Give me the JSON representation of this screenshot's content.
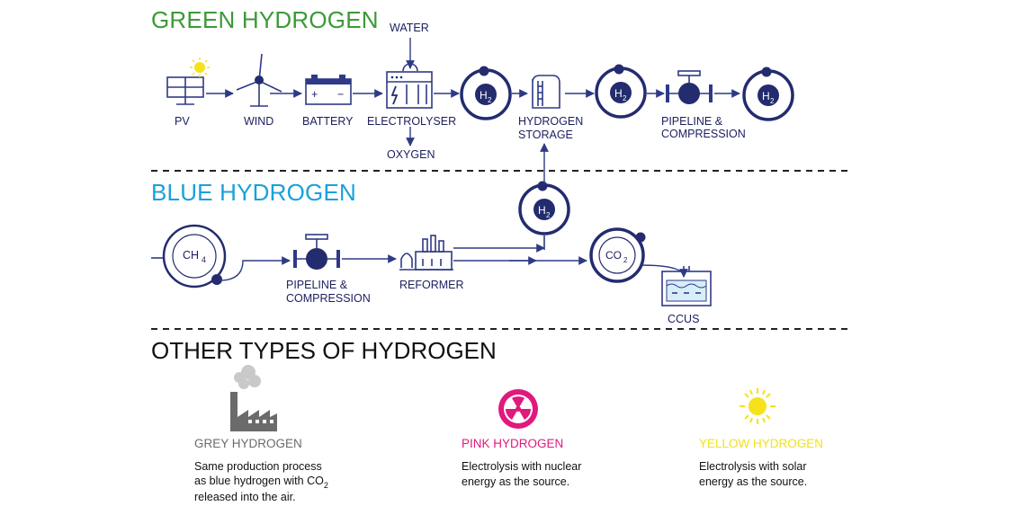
{
  "green": {
    "title": "GREEN HYDROGEN",
    "title_color": "#3a9a36",
    "water": "WATER",
    "oxygen": "OXYGEN",
    "labels": {
      "pv": "PV",
      "wind": "WIND",
      "battery": "BATTERY",
      "electrolyser": "ELECTROLYSER",
      "storage_1": "HYDROGEN",
      "storage_2": "STORAGE",
      "pipeline_1": "PIPELINE &",
      "pipeline_2": "COMPRESSION"
    },
    "battery_plus": "+",
    "battery_minus": "−"
  },
  "blue": {
    "title": "BLUE HYDROGEN",
    "title_color": "#1aa0dc",
    "ch4": "CH",
    "ch4_sub": "4",
    "pipeline_1": "PIPELINE &",
    "pipeline_2": "COMPRESSION",
    "reformer": "REFORMER",
    "co2": "CO",
    "co2_sub": "2",
    "ccus": "CCUS"
  },
  "h2": {
    "main": "H",
    "sub": "2"
  },
  "other": {
    "title": "OTHER TYPES OF HYDROGEN",
    "grey": {
      "name": "GREY HYDROGEN",
      "color": "#6b6b6b",
      "line1": "Same production process",
      "line2": "as blue hydrogen with CO",
      "line2_sub": "2",
      "line3": "released into the air."
    },
    "pink": {
      "name": "PINK HYDROGEN",
      "color": "#e0197d",
      "line1": "Electrolysis with nuclear",
      "line2": "energy as the source."
    },
    "yellow": {
      "name": "YELLOW HYDROGEN",
      "color": "#f2e21a",
      "line1": "Electrolysis with solar",
      "line2": "energy as the source."
    }
  },
  "colors": {
    "navy": "#232c6e",
    "line": "#2e3a86",
    "sun": "#f5e21c"
  }
}
